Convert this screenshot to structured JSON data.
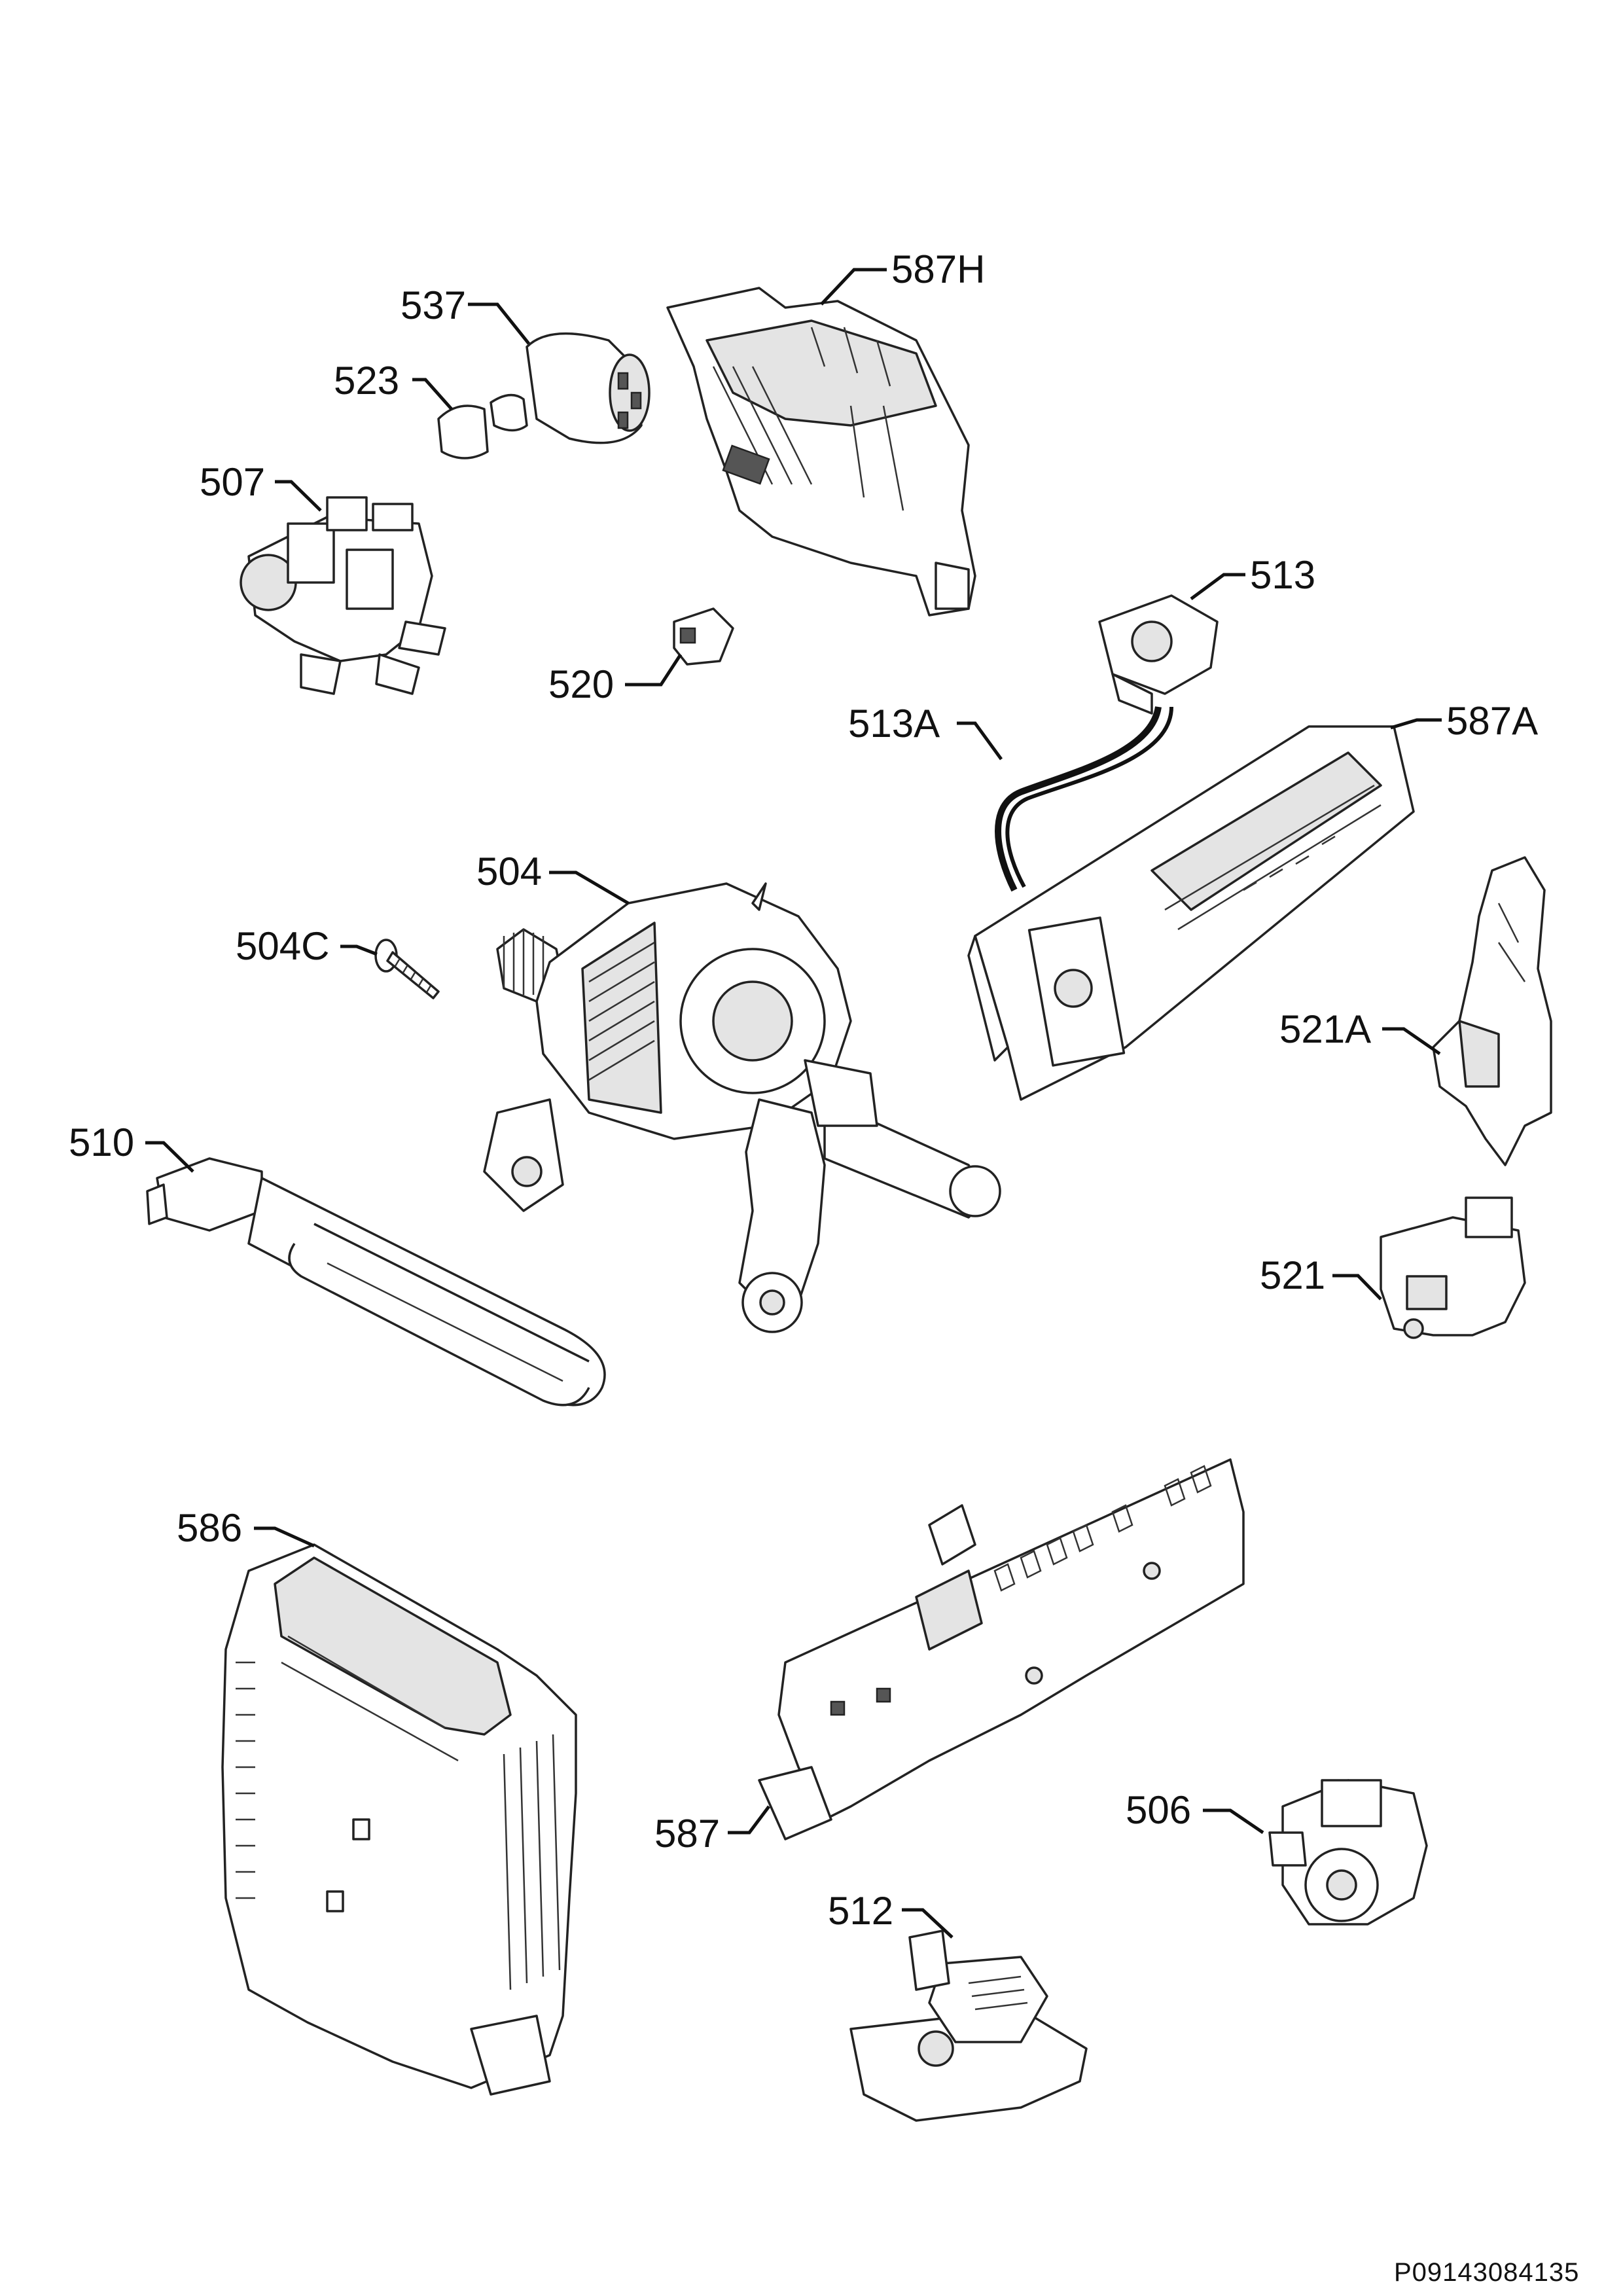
{
  "parts": [
    {
      "id": "587H",
      "label": "587H"
    },
    {
      "id": "537",
      "label": "537"
    },
    {
      "id": "523",
      "label": "523"
    },
    {
      "id": "507",
      "label": "507"
    },
    {
      "id": "520",
      "label": "520"
    },
    {
      "id": "513",
      "label": "513"
    },
    {
      "id": "513A",
      "label": "513A"
    },
    {
      "id": "587A",
      "label": "587A"
    },
    {
      "id": "504",
      "label": "504"
    },
    {
      "id": "504C",
      "label": "504C"
    },
    {
      "id": "521A",
      "label": "521A"
    },
    {
      "id": "510",
      "label": "510"
    },
    {
      "id": "521",
      "label": "521"
    },
    {
      "id": "586",
      "label": "586"
    },
    {
      "id": "587",
      "label": "587"
    },
    {
      "id": "506",
      "label": "506"
    },
    {
      "id": "512",
      "label": "512"
    }
  ],
  "document_code": "P09143084135"
}
